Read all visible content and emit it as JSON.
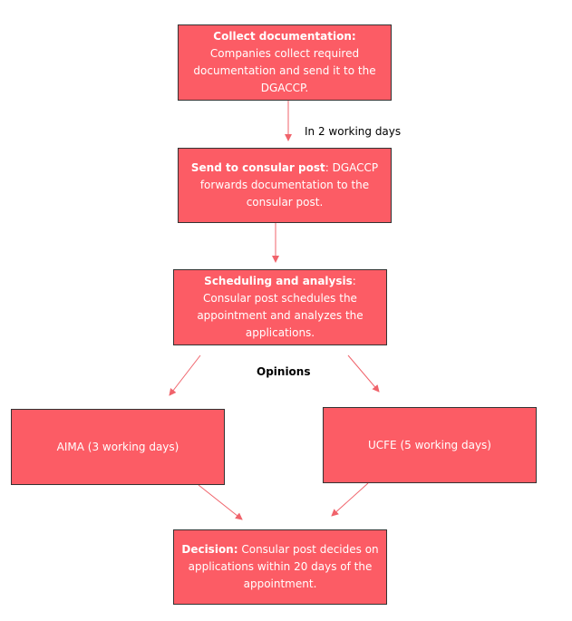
{
  "nodes": {
    "collect": {
      "title": "Collect documentation:",
      "text": "Companies collect required documentation and send it to the DGACCP."
    },
    "send": {
      "title": "Send to consular post",
      "text": ": DGACCP forwards documentation to the consular post."
    },
    "schedule": {
      "title": "Scheduling and analysis",
      "text": ": Consular post schedules the appointment and analyzes the applications."
    },
    "aima": {
      "text": "AIMA (3 working days)"
    },
    "ucfe": {
      "text": "UCFE (5 working days)"
    },
    "decision": {
      "title": "Decision:",
      "text": " Consular post decides on applications within 20 days of the appointment."
    }
  },
  "labels": {
    "two_days": "In 2 working days",
    "opinions": "Opinions"
  },
  "colors": {
    "box_fill": "#fc5c65",
    "box_border": "#333333",
    "arrow": "#f0636b"
  }
}
